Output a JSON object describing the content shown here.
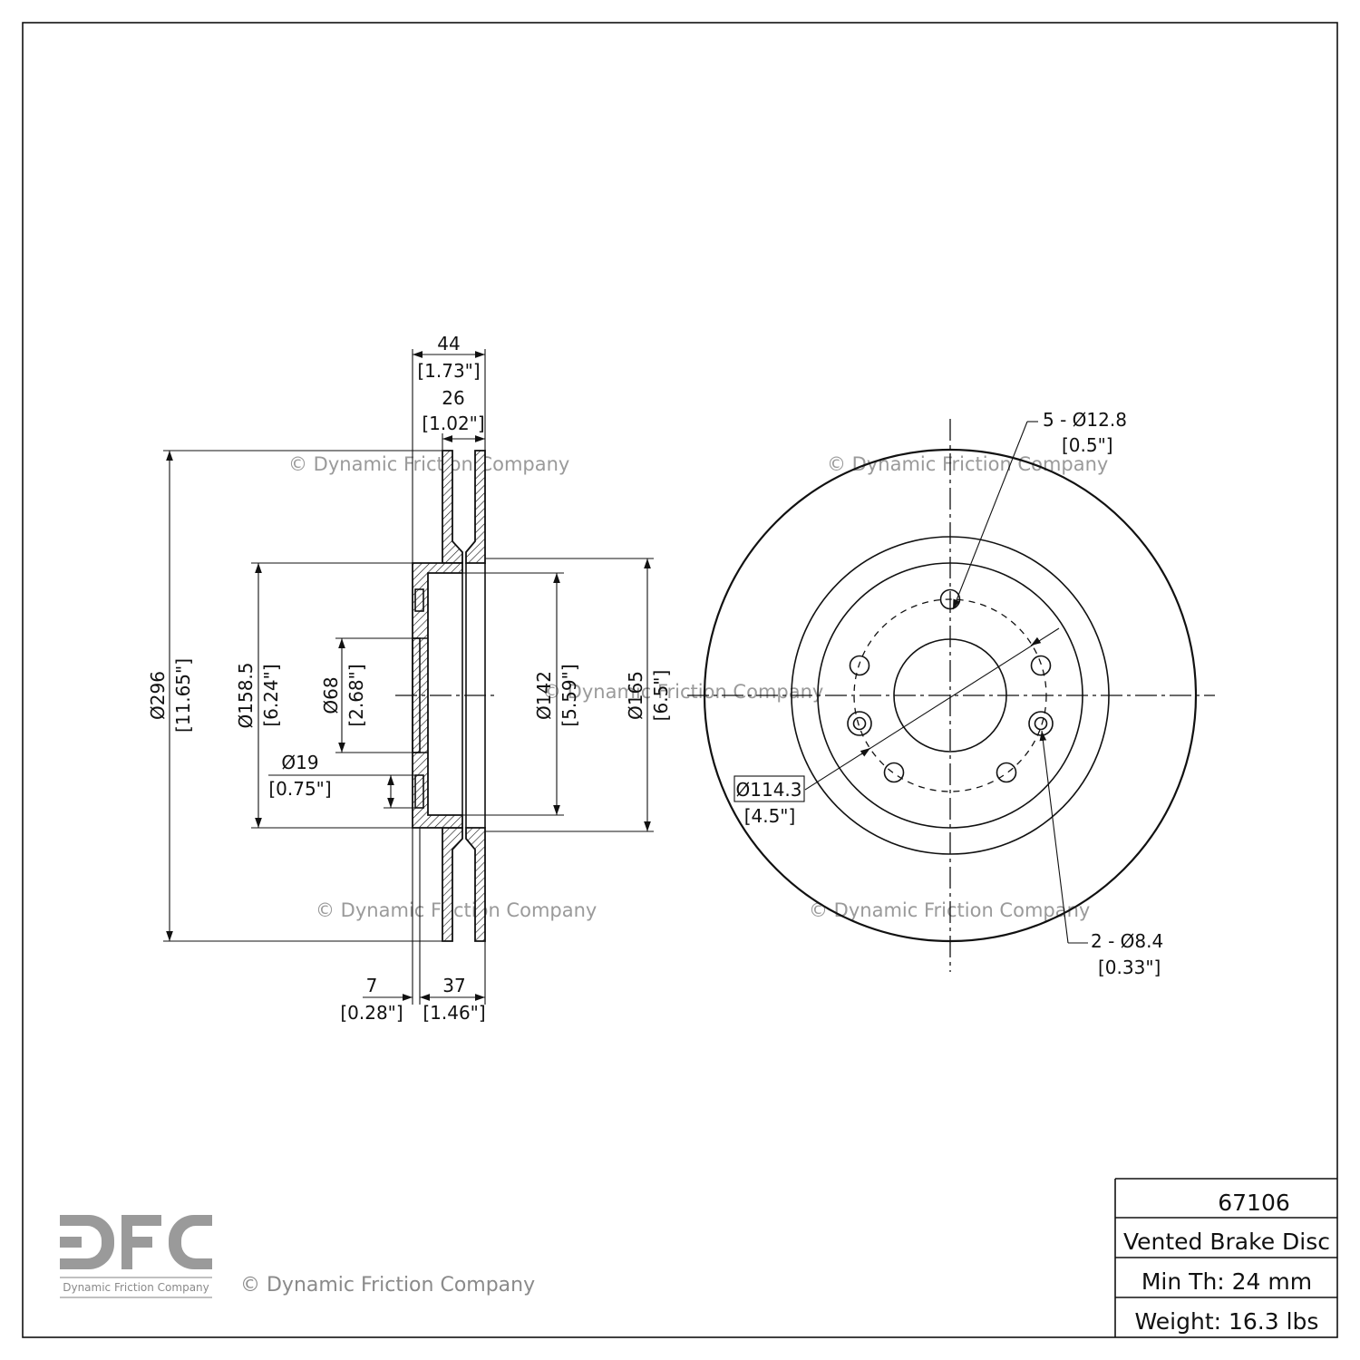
{
  "watermark": "© Dynamic Friction Company",
  "side_view": {
    "overall_width": {
      "mm": "44",
      "in": "[1.73\"]"
    },
    "hub_width": {
      "mm": "26",
      "in": "[1.02\"]"
    },
    "outer_diameter": {
      "mm": "Ø296",
      "in": "[11.65\"]"
    },
    "hat_diameter": {
      "mm": "Ø158.5",
      "in": "[6.24\"]"
    },
    "center_bore": {
      "mm": "Ø68",
      "in": "[2.68\"]"
    },
    "stud_hole": {
      "mm": "Ø19",
      "in": "[0.75\"]"
    },
    "inner_diameter": {
      "mm": "Ø142",
      "in": "[5.59\"]"
    },
    "friction_inner": {
      "mm": "Ø165",
      "in": "[6.5\"]"
    },
    "offset": {
      "mm": "7",
      "in": "[0.28\"]"
    },
    "hat_height": {
      "mm": "37",
      "in": "[1.46\"]"
    }
  },
  "front_view": {
    "bolt_holes": {
      "mm": "5 - Ø12.8",
      "in": "[0.5\"]"
    },
    "bolt_circle": {
      "mm": "Ø114.3",
      "in": "[4.5\"]"
    },
    "locator_holes": {
      "mm": "2 - Ø8.4",
      "in": "[0.33\"]"
    }
  },
  "title_block": {
    "part_number": "67106",
    "description": "Vented Brake Disc",
    "min_thickness": "Min Th: 24 mm",
    "weight": "Weight: 16.3 lbs"
  },
  "logo": {
    "letters": "DFC",
    "company": "Dynamic Friction Company",
    "color": "#9a9a9a"
  }
}
